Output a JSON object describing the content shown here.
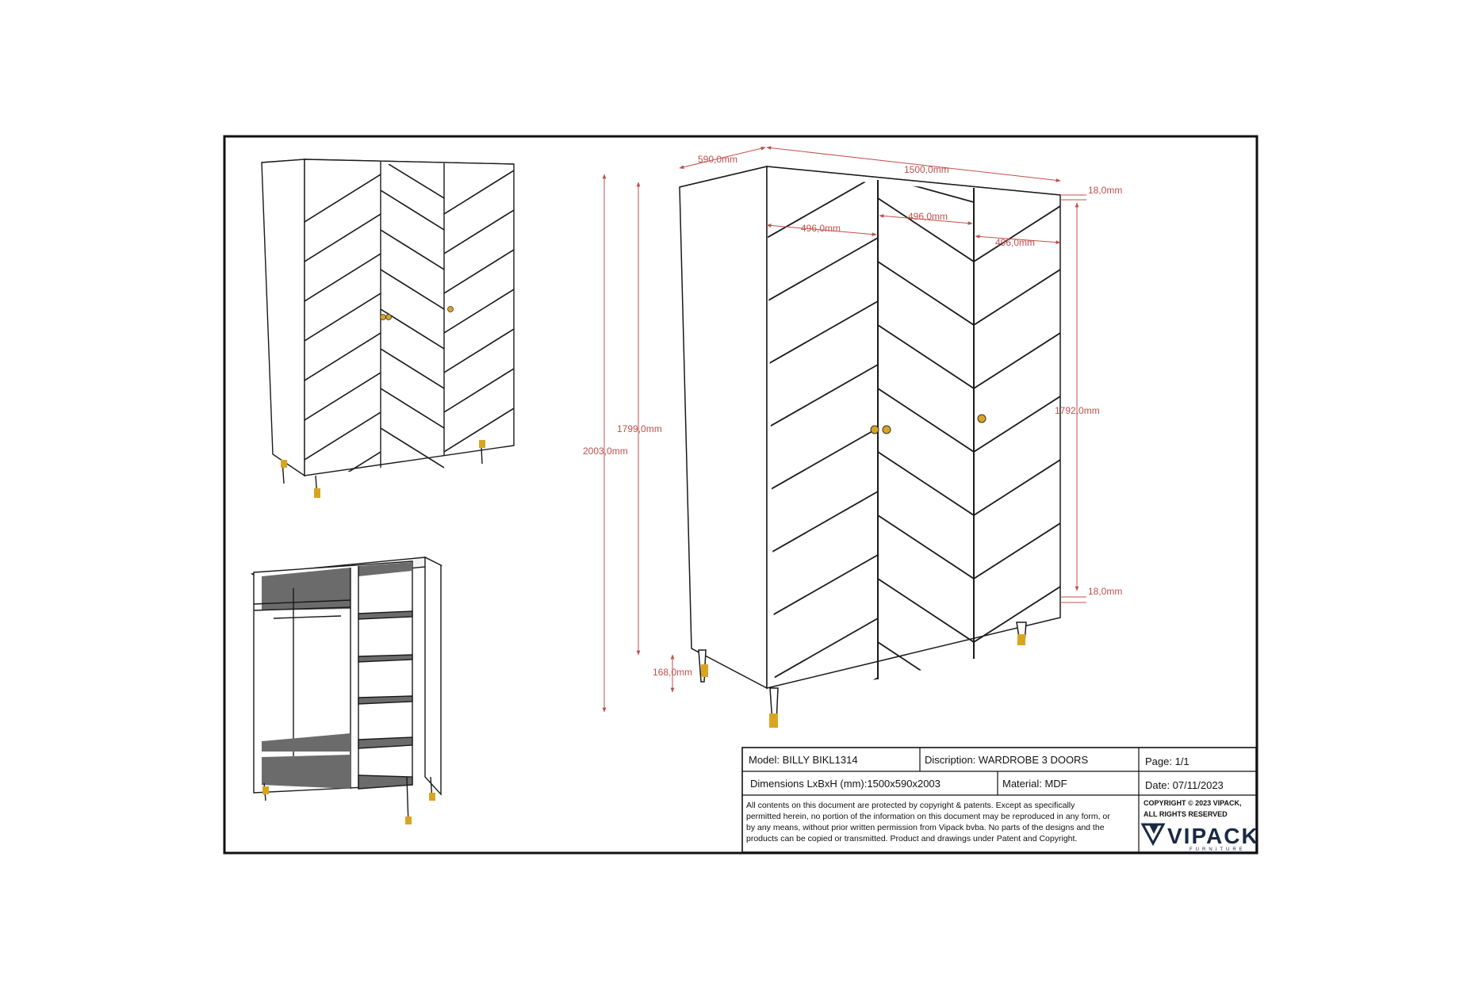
{
  "dimensions": {
    "depth": "590,0mm",
    "width": "1500,0mm",
    "top_thickness": "18,0mm",
    "door_left": "496,0mm",
    "door_middle": "496,0mm",
    "door_right": "496,0mm",
    "door_height": "1799,0mm",
    "total_height": "2003,0mm",
    "side_height": "1792,0mm",
    "bottom_thickness": "18,0mm",
    "leg_height": "168,0mm"
  },
  "title_block": {
    "model": "Model: BILLY BIKL1314",
    "description": "Discription: WARDROBE 3 DOORS",
    "page": "Page: 1/1",
    "dimensions": "Dimensions LxBxH (mm):1500x590x2003",
    "material": "Material: MDF",
    "date": "Date: 07/11/2023",
    "legal": [
      "All contents on this document are protected by copyright & patents. Except as specifically",
      "permitted herein, no portion of the information on this document may be reproduced in any form, or",
      "by any means, without prior written permission from Vipack bvba. No parts of the designs and the",
      "products can be copied or transmitted. Product and drawings under Patent and Copyright."
    ],
    "copyright_line1": "COPYRIGHT  © 2023 VIPACK,",
    "copyright_line2": "ALL RIGHTS RESERVED",
    "logo_text": "VIPACK",
    "logo_sub": "FURNITURE"
  },
  "colors": {
    "dimension": "#c0504d",
    "outline": "#1a1a1a",
    "shelf_fill": "#6b6b6b",
    "leg_gold": "#d9a520",
    "brand": "#1a2a44"
  }
}
